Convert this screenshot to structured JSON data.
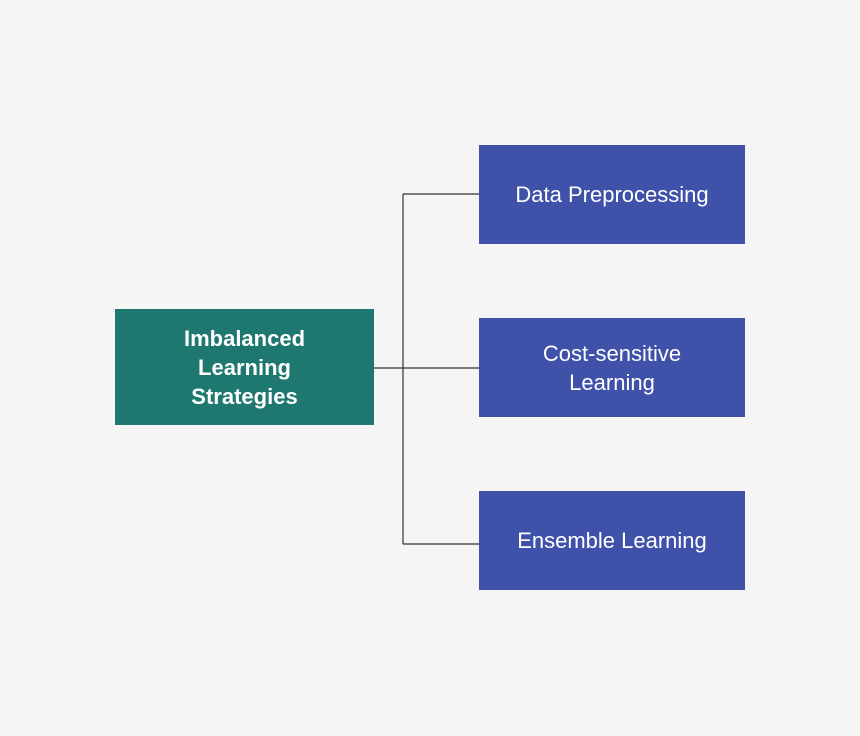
{
  "colors": {
    "background": "#f5f5f5",
    "root_fill": "#1e7870",
    "child_fill": "#3f51a8",
    "connector": "#333333"
  },
  "root": {
    "label": "Imbalanced Learning Strategies"
  },
  "children": [
    {
      "label": "Data Preprocessing"
    },
    {
      "label": "Cost-sensitive Learning"
    },
    {
      "label": "Ensemble Learning"
    }
  ]
}
